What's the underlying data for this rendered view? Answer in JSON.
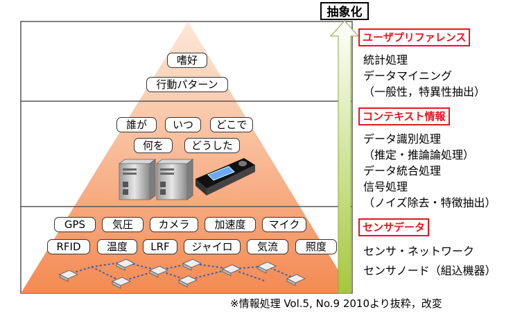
{
  "axis_title": "抽象化",
  "pyramid": {
    "top": {
      "labels": [
        "嗜好",
        "行動パターン"
      ]
    },
    "middle": {
      "labels_row1": [
        "誰が",
        "いつ",
        "どこで"
      ],
      "labels_row2": [
        "何を",
        "どうした"
      ]
    },
    "bottom": {
      "labels_row1": [
        "GPS",
        "気圧",
        "カメラ",
        "加速度",
        "マイク"
      ],
      "labels_row2": [
        "RFID",
        "温度",
        "LRF",
        "ジャイロ",
        "気流",
        "照度"
      ]
    }
  },
  "right_panel": {
    "section1": {
      "header": "ユーザプリファレンス",
      "lines": [
        "統計処理",
        "データマイニング",
        "（一般性，特異性抽出）"
      ]
    },
    "section2": {
      "header": "コンテキスト情報",
      "lines": [
        "データ識別処理",
        "（推定・推論論処理）",
        "データ統合処理",
        "信号処理",
        "（ノイズ除去・特徴抽出）"
      ]
    },
    "section3": {
      "header": "センサデータ",
      "lines": [
        "センサ・ネットワーク",
        "センサノード（組込機器）"
      ]
    }
  },
  "footnote": "※情報処理 Vol.5, No.9 2010より抜粋，改変",
  "colors": {
    "accent": "#e8141e",
    "pyramid_top": "#fde8d8",
    "pyramid_bottom": "#f48a52",
    "arrow_top": "#ffffff",
    "arrow_bottom": "#a6c83a"
  }
}
